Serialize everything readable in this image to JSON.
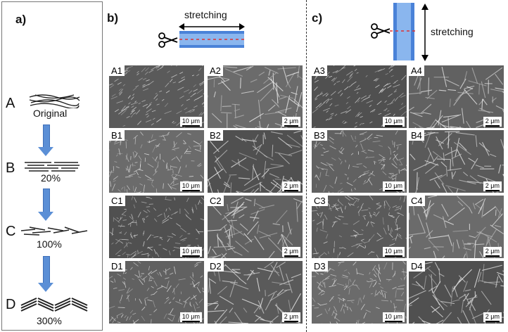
{
  "panels": {
    "a": "a)",
    "b": "b)",
    "c": "c)"
  },
  "steps": [
    {
      "letter": "A",
      "caption": "Original"
    },
    {
      "letter": "B",
      "caption": "20%"
    },
    {
      "letter": "C",
      "caption": "100%"
    },
    {
      "letter": "D",
      "caption": "300%"
    }
  ],
  "stretch_label_b": "stretching",
  "stretch_label_c": "stretching",
  "sem_images": [
    {
      "label": "A1",
      "scale": "10 μm"
    },
    {
      "label": "A2",
      "scale": "2 μm"
    },
    {
      "label": "A3",
      "scale": "10 μm"
    },
    {
      "label": "A4",
      "scale": "2 μm"
    },
    {
      "label": "B1",
      "scale": "10 μm"
    },
    {
      "label": "B2",
      "scale": "2 μm"
    },
    {
      "label": "B3",
      "scale": "10 μm"
    },
    {
      "label": "B4",
      "scale": "2 μm"
    },
    {
      "label": "C1",
      "scale": "10 μm"
    },
    {
      "label": "C2",
      "scale": "2 μm"
    },
    {
      "label": "C3",
      "scale": "10 μm"
    },
    {
      "label": "C4",
      "scale": "2 μm"
    },
    {
      "label": "D1",
      "scale": "10 μm"
    },
    {
      "label": "D2",
      "scale": "2 μm"
    },
    {
      "label": "D3",
      "scale": "10 μm"
    },
    {
      "label": "D4",
      "scale": "2 μm"
    }
  ],
  "icons": {
    "scissors": "scissors-icon",
    "film": "stretched-film-icon"
  },
  "colors": {
    "arrow_blue": "#5b8fd6",
    "film_blue": "#6a9ee0",
    "cut_line": "#e03030"
  }
}
